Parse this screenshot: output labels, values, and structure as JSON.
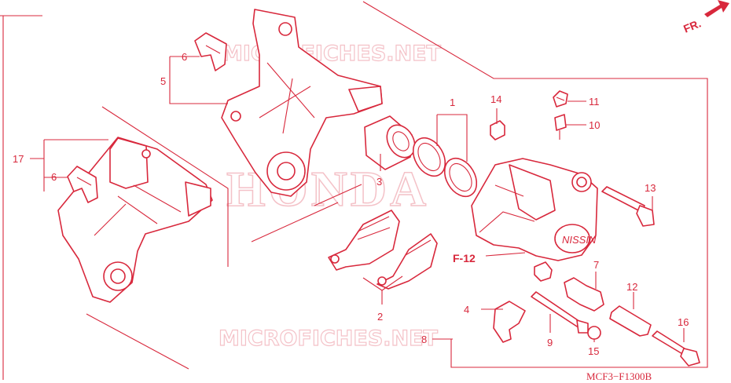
{
  "diagram": {
    "watermarks": {
      "site_top": "MICROFICHES.NET",
      "brand": "HONDA",
      "site_bottom": "MICROFICHES.NET"
    },
    "direction_label": "FR.",
    "reference_label": "F-12",
    "figure_code": "MCF3−F1300B",
    "callouts": {
      "c1": "1",
      "c2": "2",
      "c3": "3",
      "c4": "4",
      "c5": "5",
      "c6a": "6",
      "c6b": "6",
      "c7": "7",
      "c8": "8",
      "c9": "9",
      "c10": "10",
      "c11": "11",
      "c12": "12",
      "c13": "13",
      "c14": "14",
      "c15": "15",
      "c16": "16",
      "c17": "17"
    },
    "colors": {
      "line": "#d8283c",
      "watermark": "#f4c2c8",
      "background": "#ffffff"
    }
  }
}
